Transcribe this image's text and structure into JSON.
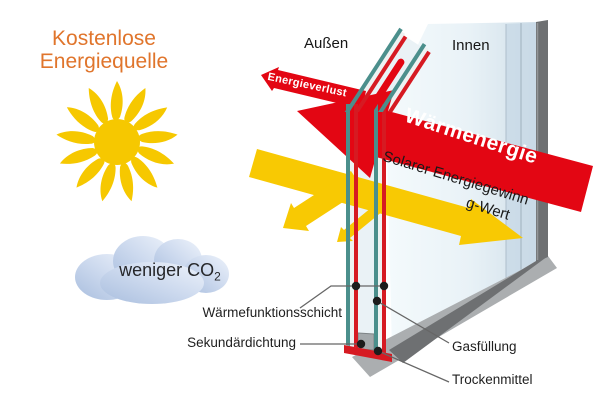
{
  "title": {
    "line1": "Kostenlose",
    "line2": "Energiequelle"
  },
  "window": {
    "outside_label": "Außen",
    "inside_label": "Innen"
  },
  "arrows": {
    "heat_energy": "Wärmenergie",
    "energy_loss": "Energieverlust",
    "solar_gain_line1": "Solarer Energiegewinn",
    "solar_gain_line2": "g-Wert"
  },
  "cloud": {
    "text": "weniger CO",
    "subscript": "2"
  },
  "labels": {
    "heat_layer": "Wärmefunktionsschicht",
    "secondary_seal": "Sekundärdichtung",
    "gas_fill": "Gasfüllung",
    "desiccant": "Trockenmittel"
  },
  "colors": {
    "accent_orange": "#e0752c",
    "sun_yellow": "#f6c800",
    "arrow_yellow": "#f8c903",
    "arrow_red": "#e30613",
    "pane_teal": "#4b8f8c",
    "pane_coating_red": "#d61a22",
    "frame_gray": "#6e7072",
    "cloud_blue": "#b3c6e4",
    "glass_tint": "#e9f2f7"
  }
}
